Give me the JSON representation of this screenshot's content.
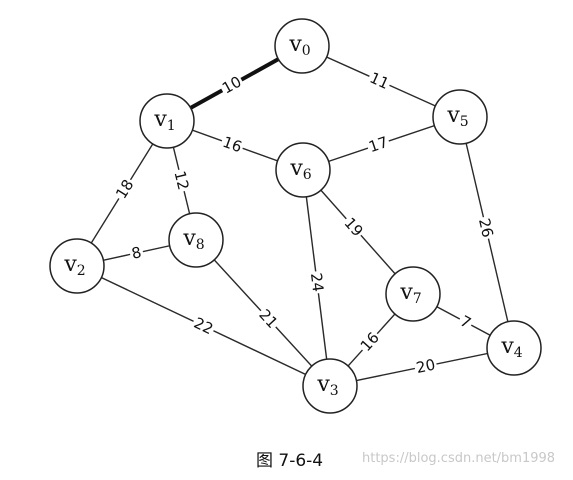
{
  "graph": {
    "nodes": [
      {
        "id": "v0",
        "letter": "v",
        "sub": "0"
      },
      {
        "id": "v1",
        "letter": "v",
        "sub": "1"
      },
      {
        "id": "v2",
        "letter": "v",
        "sub": "2"
      },
      {
        "id": "v3",
        "letter": "v",
        "sub": "3"
      },
      {
        "id": "v4",
        "letter": "v",
        "sub": "4"
      },
      {
        "id": "v5",
        "letter": "v",
        "sub": "5"
      },
      {
        "id": "v6",
        "letter": "v",
        "sub": "6"
      },
      {
        "id": "v7",
        "letter": "v",
        "sub": "7"
      },
      {
        "id": "v8",
        "letter": "v",
        "sub": "8"
      }
    ],
    "edges": [
      {
        "from": "v0",
        "to": "v1",
        "weight": "10",
        "highlighted": true
      },
      {
        "from": "v0",
        "to": "v5",
        "weight": "11",
        "highlighted": false
      },
      {
        "from": "v1",
        "to": "v6",
        "weight": "16",
        "highlighted": false
      },
      {
        "from": "v5",
        "to": "v6",
        "weight": "17",
        "highlighted": false
      },
      {
        "from": "v1",
        "to": "v2",
        "weight": "18",
        "highlighted": false
      },
      {
        "from": "v1",
        "to": "v8",
        "weight": "12",
        "highlighted": false
      },
      {
        "from": "v2",
        "to": "v8",
        "weight": "8",
        "highlighted": false
      },
      {
        "from": "v6",
        "to": "v7",
        "weight": "19",
        "highlighted": false
      },
      {
        "from": "v5",
        "to": "v4",
        "weight": "26",
        "highlighted": false
      },
      {
        "from": "v6",
        "to": "v3",
        "weight": "24",
        "highlighted": false
      },
      {
        "from": "v8",
        "to": "v3",
        "weight": "21",
        "highlighted": false
      },
      {
        "from": "v2",
        "to": "v3",
        "weight": "22",
        "highlighted": false
      },
      {
        "from": "v7",
        "to": "v3",
        "weight": "16",
        "highlighted": false
      },
      {
        "from": "v7",
        "to": "v4",
        "weight": "7",
        "highlighted": false
      },
      {
        "from": "v3",
        "to": "v4",
        "weight": "20",
        "highlighted": false
      }
    ]
  },
  "caption": "图 7-6-4",
  "watermark": "https://blog.csdn.net/bm1998"
}
